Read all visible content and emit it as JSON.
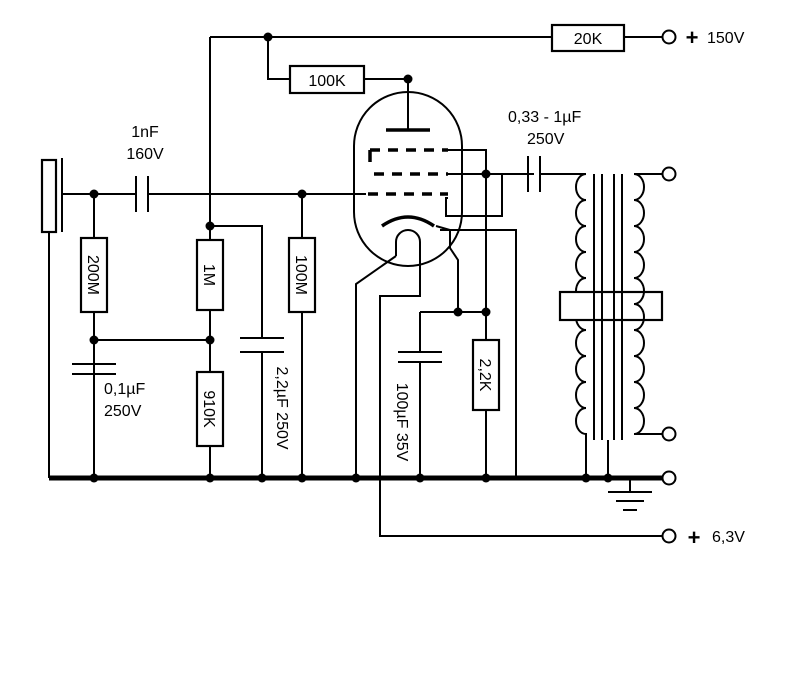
{
  "labels": {
    "r_20k": "20K",
    "r_100k": "100K",
    "supply_150v": "150V",
    "supply_6v3": "6,3V",
    "plus": "+",
    "c_out_value": "0,33 - 1µF",
    "c_out_voltage": "250V",
    "c_in_value": "1nF",
    "c_in_voltage": "160V",
    "r_200m": "200M",
    "r_1m": "1M",
    "r_100m": "100M",
    "r_910k": "910K",
    "r_2k2": "2,2K",
    "c_01_value": "0,1µF",
    "c_01_voltage": "250V",
    "c_22": "2,2µF 250V",
    "c_100": "100µF  35V"
  }
}
